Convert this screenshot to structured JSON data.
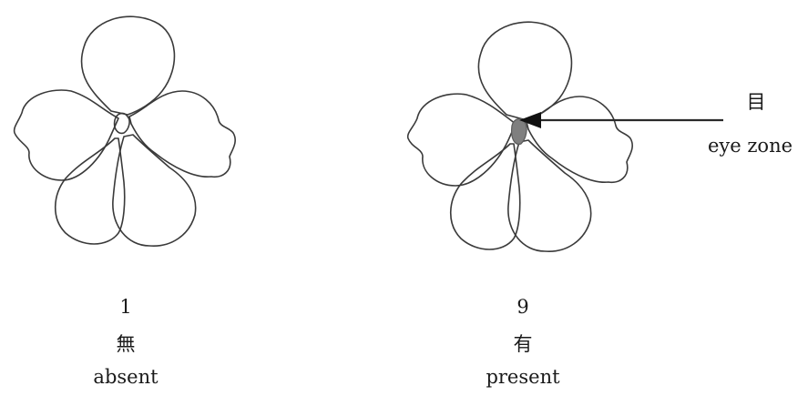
{
  "figure": {
    "panels": [
      {
        "code": "1",
        "label_jp": "無",
        "label_en": "absent"
      },
      {
        "code": "9",
        "label_jp": "有",
        "label_en": "present"
      }
    ],
    "callout": {
      "label_jp": "目",
      "label_en": "eye zone"
    },
    "colors": {
      "outline": "#3a3a3a",
      "eye_zone": "#7f7f7f",
      "arrow": "#2a2a2a"
    }
  }
}
